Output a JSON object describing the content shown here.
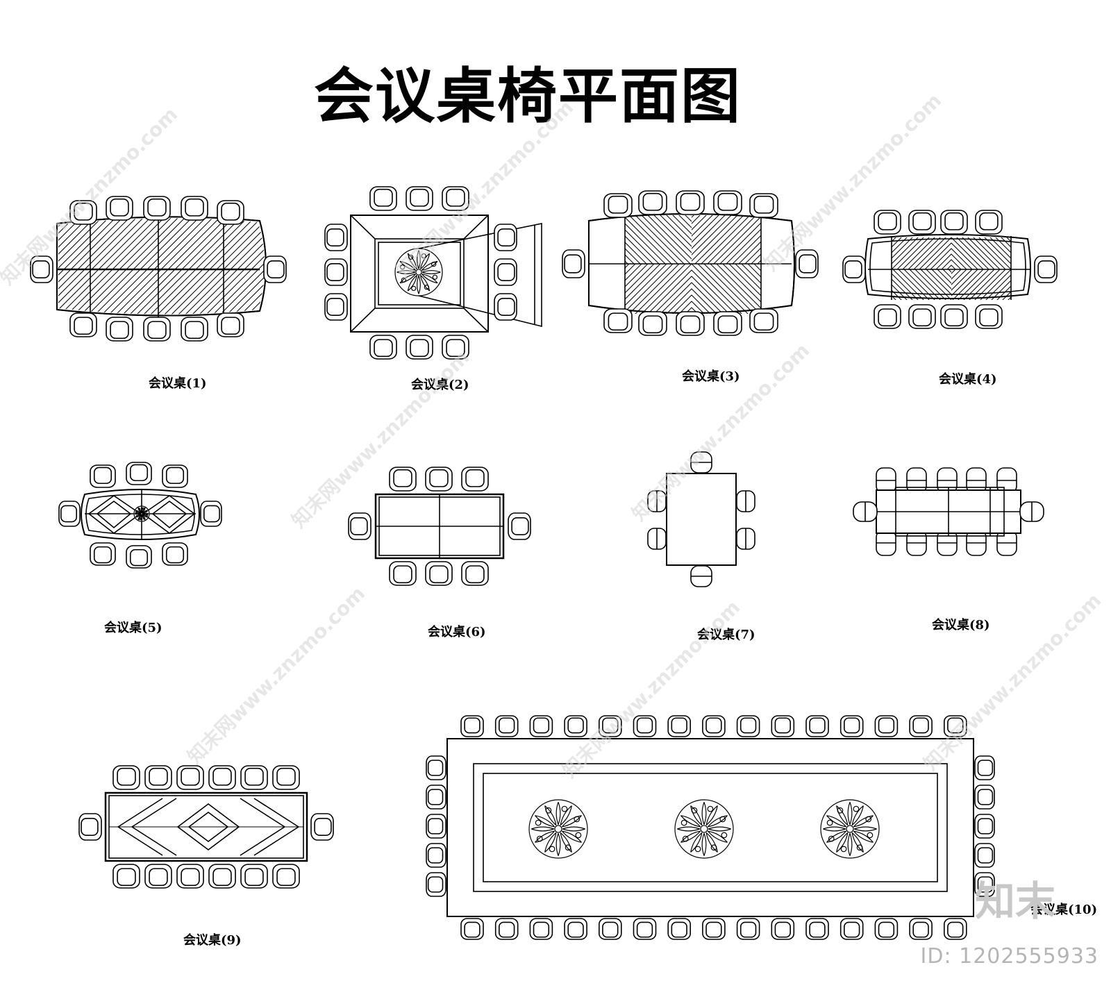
{
  "title": "会议桌椅平面图",
  "tables": [
    {
      "id": 1,
      "label": "会议桌(1)"
    },
    {
      "id": 2,
      "label": "会议桌(2)"
    },
    {
      "id": 3,
      "label": "会议桌(3)"
    },
    {
      "id": 4,
      "label": "会议桌(4)"
    },
    {
      "id": 5,
      "label": "会议桌(5)"
    },
    {
      "id": 6,
      "label": "会议桌(6)"
    },
    {
      "id": 7,
      "label": "会议桌(7)"
    },
    {
      "id": 8,
      "label": "会议桌(8)"
    },
    {
      "id": 9,
      "label": "会议桌(9)"
    },
    {
      "id": 10,
      "label": "会议桌(10)"
    }
  ],
  "watermark": {
    "text": "知末网www.znzmo.com",
    "brand": "知末",
    "id_text": "ID: 1202555933"
  },
  "colors": {
    "line": "#000000",
    "watermark": "#d4d4d4"
  }
}
